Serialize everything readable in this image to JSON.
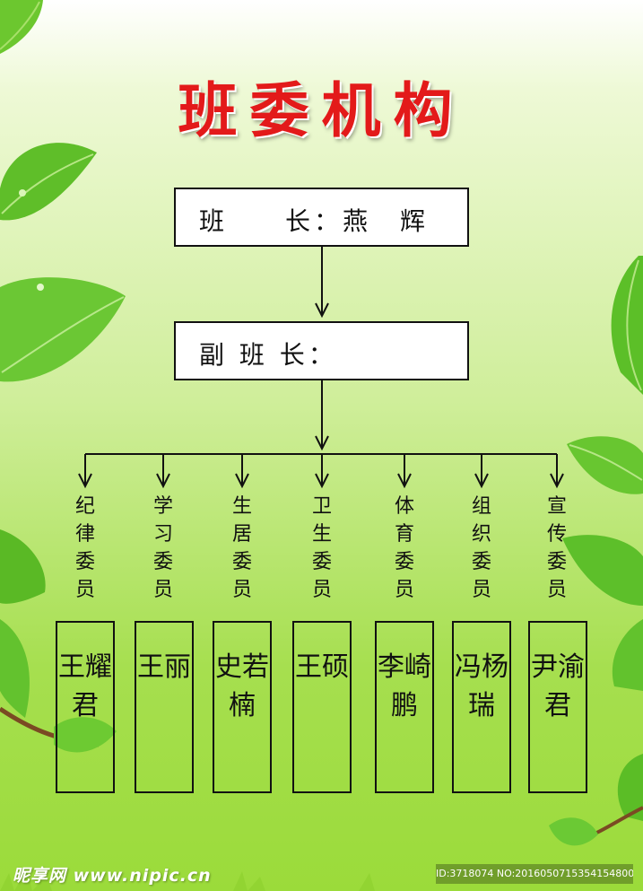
{
  "title": "班委机构",
  "top_box": {
    "label": "班　　长：燕　辉"
  },
  "mid_box": {
    "label": "副 班 长："
  },
  "committee": [
    {
      "role": "纪律委员",
      "name": "王耀君"
    },
    {
      "role": "学习委员",
      "name": "王丽"
    },
    {
      "role": "生居委员",
      "name": "史若楠"
    },
    {
      "role": "卫生委员",
      "name": "王硕"
    },
    {
      "role": "体育委员",
      "name": "李崎鹏"
    },
    {
      "role": "组织委员",
      "name": "冯杨瑞"
    },
    {
      "role": "宣传委员",
      "name": "尹渝君"
    }
  ],
  "watermark": {
    "site": "昵享网 www.nipic.cn",
    "id_text": "ID:3718074 NO:20160507153541548000"
  },
  "colors": {
    "title": "#e31a1a",
    "line": "#111111",
    "leaf": "#5cc12a"
  }
}
